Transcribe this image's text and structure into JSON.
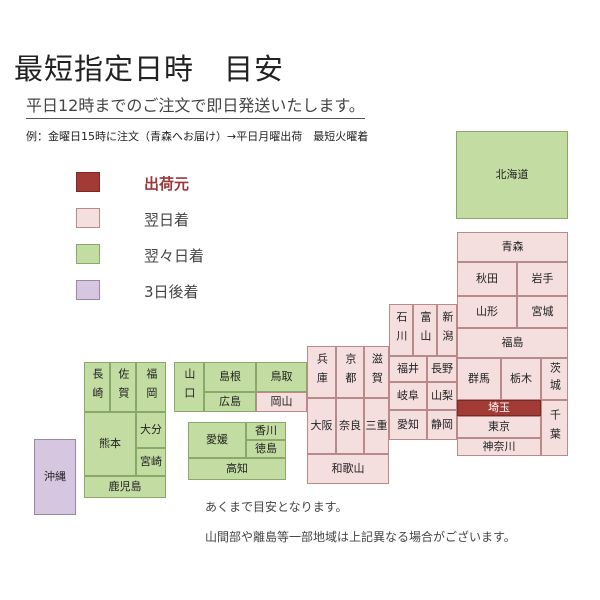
{
  "title": "最短指定日時　目安",
  "subtitle": "平日12時までのご注文で即日発送いたします。",
  "example": "例：金曜日15時に注文（青森へお届け）→平日月曜出荷　最短火曜着",
  "legend": {
    "origin": "出荷元",
    "next_day": "翌日着",
    "two_days": "翌々日着",
    "three_days": "3日後着"
  },
  "colors": {
    "origin": "#a23a35",
    "next_day": "#f4dede",
    "two_days": "#c3dca1",
    "three_days": "#d6c6df"
  },
  "prefectures": {
    "hokkaido": "北海道",
    "aomori": "青森",
    "akita": "秋田",
    "iwate": "岩手",
    "yamagata": "山形",
    "miyagi": "宮城",
    "fukushima": "福島",
    "ishikawa": "石川",
    "toyama": "富山",
    "niigata": "新潟",
    "fukui": "福井",
    "nagano": "長野",
    "gifu": "岐阜",
    "yamanashi": "山梨",
    "gunma": "群馬",
    "tochigi": "栃木",
    "ibaraki": "茨城",
    "saitama": "埼玉",
    "chiba": "千葉",
    "tokyo": "東京",
    "kanagawa": "神奈川",
    "aichi": "愛知",
    "shizuoka": "静岡",
    "hyogo": "兵庫",
    "kyoto": "京都",
    "shiga": "滋賀",
    "osaka": "大阪",
    "nara": "奈良",
    "mie": "三重",
    "wakayama": "和歌山",
    "yamaguchi": "山口",
    "shimane": "島根",
    "tottori": "鳥取",
    "hiroshima": "広島",
    "okayama": "岡山",
    "ehime": "愛媛",
    "kagawa": "香川",
    "tokushima": "徳島",
    "kochi": "高知",
    "nagasaki": "長崎",
    "saga": "佐賀",
    "fukuoka": "福岡",
    "kumamoto": "熊本",
    "oita": "大分",
    "miyazaki": "宮崎",
    "kagoshima": "鹿児島",
    "okinawa": "沖縄"
  },
  "notes": {
    "note1": "あくまで目安となります。",
    "note2": "山間部や離島等一部地域は上記異なる場合がございます。"
  }
}
